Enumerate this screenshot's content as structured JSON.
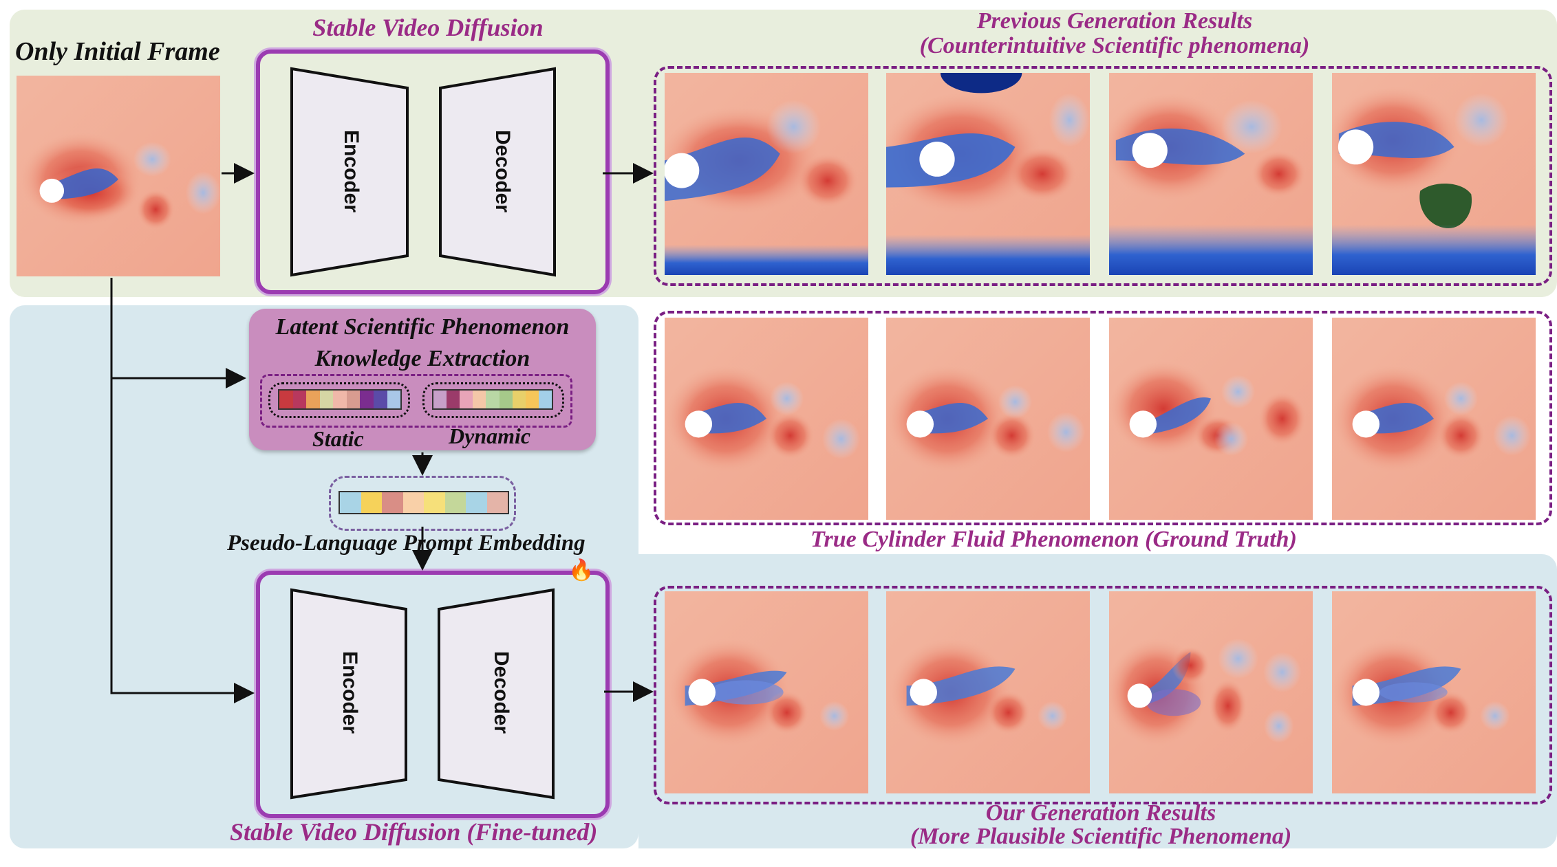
{
  "labels": {
    "only_initial_frame": "Only Initial Frame",
    "svd_title": "Stable Video Diffusion",
    "prev_title_line1": "Previous Generation Results",
    "prev_title_line2": "(Counterintuitive Scientific phenomena)",
    "encoder": "Encoder",
    "decoder": "Decoder",
    "latent_line1": "Latent Scientific Phenomenon",
    "latent_line2": "Knowledge Extraction",
    "static": "Static",
    "dynamic": "Dynamic",
    "pseudo_prompt": "Pseudo-Language Prompt Embedding",
    "ground_truth_title": "True Cylinder Fluid Phenomenon (Ground Truth)",
    "svd_finetuned_title": "Stable Video Diffusion (Fine-tuned)",
    "ours_title_line1": "Our Generation Results",
    "ours_title_line2": "(More Plausible Scientific Phenomena)",
    "fire_icon": "🔥"
  },
  "colors": {
    "accent_purple": "#9a2b86",
    "svd_border": "#9b3bb1",
    "dash_border": "#7a1f83",
    "top_panel_bg": "#e8eedd",
    "lower_panel_bg": "#d8e8ee",
    "latent_box_bg": "#c98dbe"
  },
  "static_strip_colors": [
    "#c83a3f",
    "#b8385e",
    "#e9a25a",
    "#d6d6a4",
    "#f0b8a9",
    "#d89c90",
    "#7b2d8f",
    "#5b4ba8",
    "#a9c7e8"
  ],
  "dynamic_strip_colors": [
    "#c7a0c9",
    "#9b3b6a",
    "#e8a4b8",
    "#f4c7a8",
    "#b9d7a5",
    "#a6c98a",
    "#e8d06a",
    "#f6c65a",
    "#a3cfe8"
  ],
  "prompt_strip_colors": [
    "#a9d4e6",
    "#f6d25a",
    "#d98e86",
    "#f9d0a8",
    "#f6e07a",
    "#c4d79a",
    "#a8d4e6",
    "#e4b4a8"
  ]
}
